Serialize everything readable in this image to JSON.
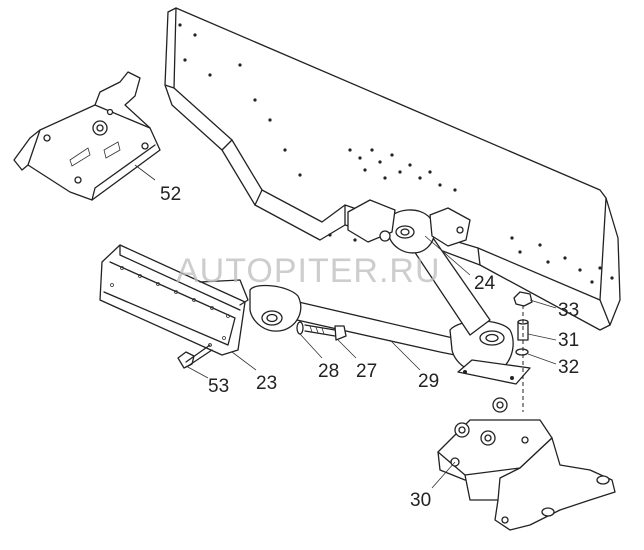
{
  "watermark": "AUTOPITER.RU",
  "callouts": {
    "c52": "52",
    "c24": "24",
    "c33": "33",
    "c31": "31",
    "c32": "32",
    "c28": "28",
    "c27": "27",
    "c29": "29",
    "c53": "53",
    "c23": "23",
    "c30": "30"
  },
  "colors": {
    "line": "#222222",
    "background": "#ffffff",
    "watermark": "#bdbdbd"
  }
}
